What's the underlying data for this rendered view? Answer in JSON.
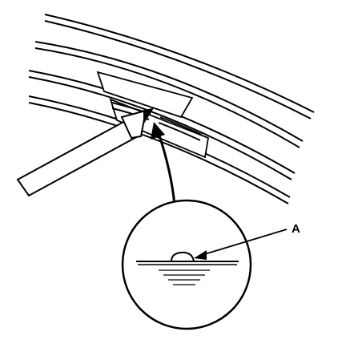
{
  "diagram": {
    "callout_label": "A",
    "colors": {
      "ink": "#000000",
      "paper": "#ffffff"
    },
    "parts": [
      "window-glass-curved-bands",
      "defogger-grid-line",
      "masking-tape",
      "repair-pen",
      "detail-magnifier-circle",
      "cross-section-bead",
      "leader-arrow"
    ]
  }
}
